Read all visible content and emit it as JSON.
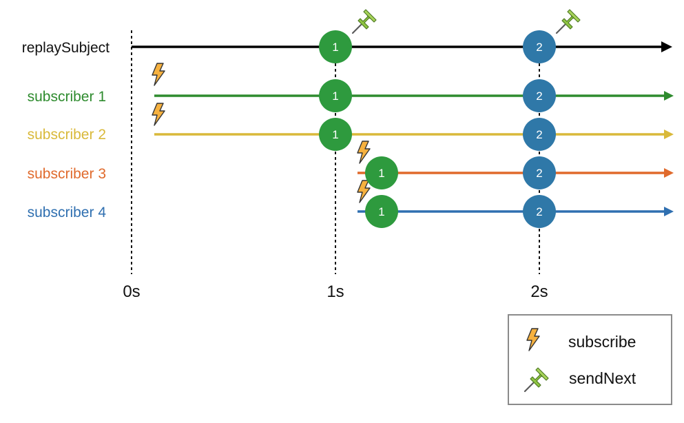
{
  "rows": [
    {
      "id": "replay",
      "label": "replaySubject",
      "color": "#000000"
    },
    {
      "id": "s1",
      "label": "subscriber 1",
      "color": "#2e8b2e"
    },
    {
      "id": "s2",
      "label": "subscriber 2",
      "color": "#d9b93a"
    },
    {
      "id": "s3",
      "label": "subscriber 3",
      "color": "#e06a2c"
    },
    {
      "id": "s4",
      "label": "subscriber 4",
      "color": "#2f6fb0"
    }
  ],
  "time_ticks": [
    "0s",
    "1s",
    "2s"
  ],
  "marbles": {
    "first": {
      "value": "1",
      "color": "#2e9a3e"
    },
    "second": {
      "value": "2",
      "color": "#2f78a8"
    }
  },
  "icons": {
    "subscribe": "lightning-icon",
    "sendNext": "pushpin-icon"
  },
  "legend": {
    "subscribe_label": "subscribe",
    "sendnext_label": "sendNext"
  }
}
